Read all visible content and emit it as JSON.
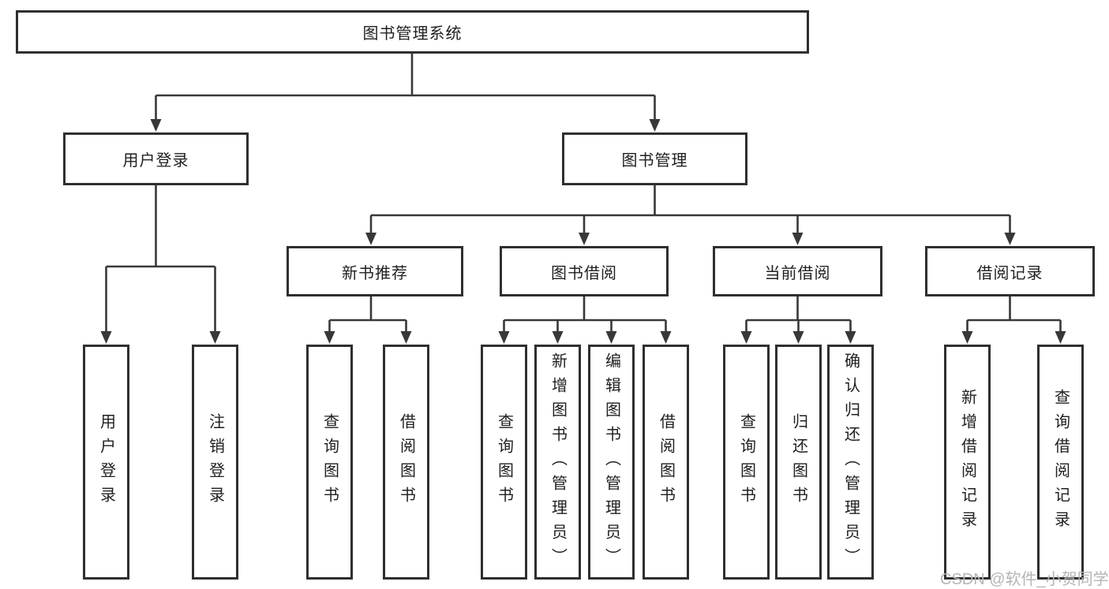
{
  "diagram_title": "图书管理系统",
  "tree": {
    "root": {
      "label": "图书管理系统"
    },
    "branches": [
      {
        "label": "用户登录",
        "children": [
          {
            "label": "用户登录"
          },
          {
            "label": "注销登录"
          }
        ]
      },
      {
        "label": "图书管理",
        "children": [
          {
            "label": "新书推荐",
            "children": [
              {
                "label": "查询图书"
              },
              {
                "label": "借阅图书"
              }
            ]
          },
          {
            "label": "图书借阅",
            "children": [
              {
                "label": "查询图书"
              },
              {
                "label": "新增图书（管理员）"
              },
              {
                "label": "编辑图书（管理员）"
              },
              {
                "label": "借阅图书"
              }
            ]
          },
          {
            "label": "当前借阅",
            "children": [
              {
                "label": "查询图书"
              },
              {
                "label": "归还图书"
              },
              {
                "label": "确认归还（管理员）"
              }
            ]
          },
          {
            "label": "借阅记录",
            "children": [
              {
                "label": "新增借阅记录"
              },
              {
                "label": "查询借阅记录"
              }
            ]
          }
        ]
      }
    ]
  },
  "watermark": "CSDN @软件_小贺同学",
  "colors": {
    "line": "#383838",
    "box-border": "#2f2f2f",
    "text": "#1f1f1f",
    "watermark": "#b5b5b5",
    "background": "#ffffff"
  }
}
